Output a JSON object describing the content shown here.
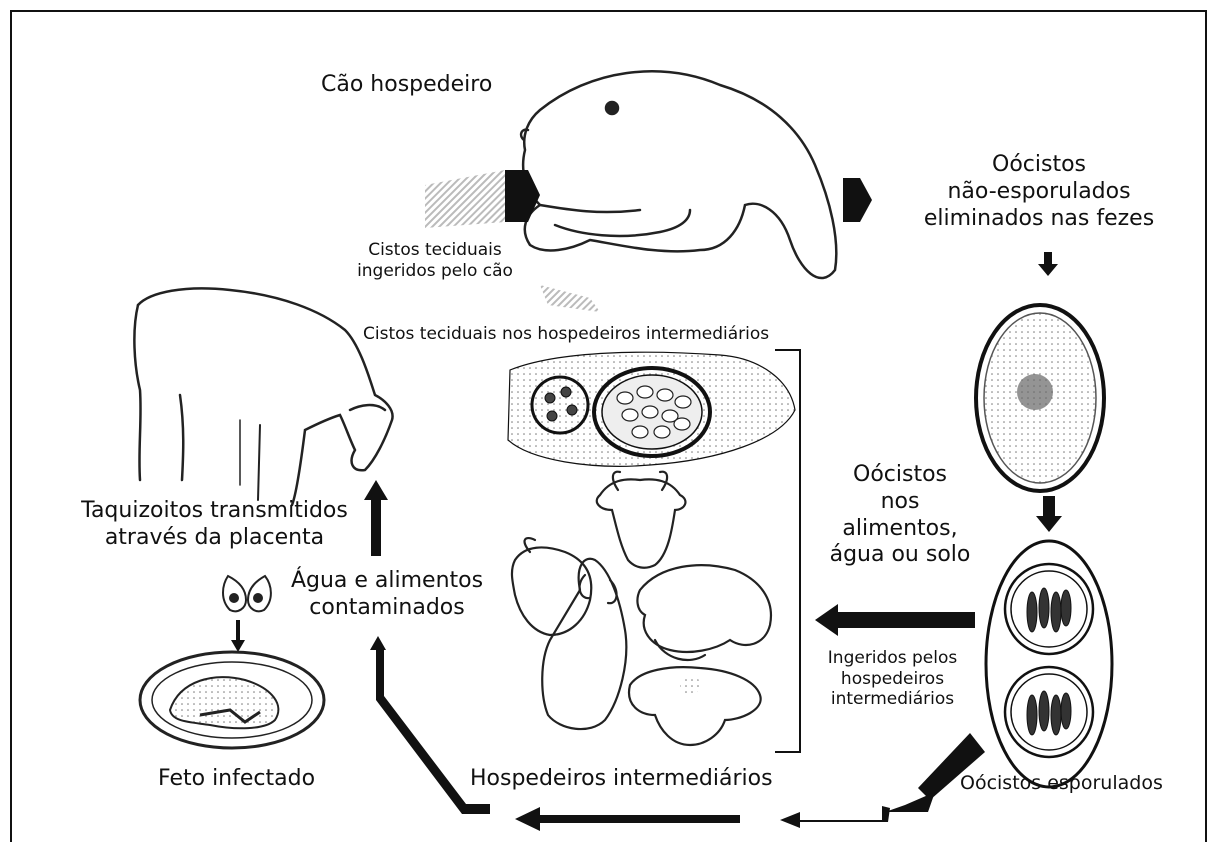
{
  "labels": {
    "dog_host": "Cão hospedeiro",
    "oocysts_unsporulated": [
      "Oócistos",
      "não-esporulados",
      "eliminados nas fezes"
    ],
    "tissue_cysts_ingested": [
      "Cistos teciduais",
      "ingeridos pelo cão"
    ],
    "tissue_cysts_intermediate": "Cistos teciduais nos hospedeiros intermediários",
    "oocysts_environment": [
      "Oócistos",
      "nos",
      "alimentos,",
      "água ou solo"
    ],
    "ingested_intermediate": [
      "Ingeridos pelos",
      "hospedeiros",
      "intermediários"
    ],
    "tachyzoites_placenta": [
      "Taquizoitos transmitidos",
      "através da placenta"
    ],
    "contaminated": [
      "Água e alimentos",
      "contaminados"
    ],
    "infected_fetus": "Feto infectado",
    "intermediate_hosts": "Hospedeiros intermediários",
    "sporulated_oocysts": "Oócistos esporulados"
  }
}
